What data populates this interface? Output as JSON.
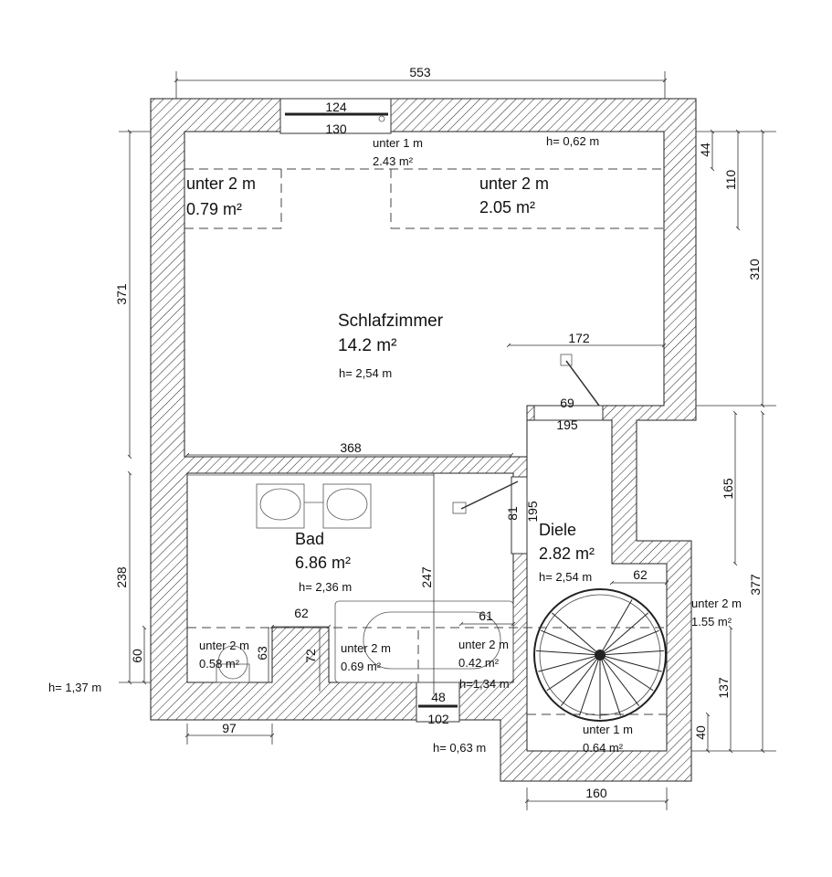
{
  "plan": {
    "overall_width": "553",
    "rooms": {
      "bedroom": {
        "name": "Schlafzimmer",
        "area": "14.2 m²",
        "height": "h= 2,54 m"
      },
      "bath": {
        "name": "Bad",
        "area": "6.86 m²",
        "height": "h= 2,36 m"
      },
      "hall": {
        "name": "Diele",
        "area": "2.82 m²",
        "height": "h= 2,54 m"
      }
    },
    "zones": [
      {
        "label": "unter 1 m",
        "area": "2.43 m²"
      },
      {
        "label": "unter 2 m",
        "area": "0.79 m²"
      },
      {
        "label": "unter 2 m",
        "area": "2.05 m²"
      },
      {
        "label": "unter 2 m",
        "area": "1.55 m²"
      },
      {
        "label": "unter 2 m",
        "area": "0.58 m²"
      },
      {
        "label": "unter 2 m",
        "area": "0.69 m²"
      },
      {
        "label": "unter 2 m",
        "area": "0.42 m²"
      },
      {
        "label": "unter 1 m",
        "area": "0.64 m²"
      }
    ],
    "heights": {
      "top": "h= 0,62 m",
      "left": "h= 1,37 m",
      "bath_right": "h=1,34 m",
      "bottom": "h= 0,63 m"
    },
    "dimensions": {
      "win_top_a": "124",
      "win_top_b": "130",
      "d172": "172",
      "door_top_a": "69",
      "door_top_b": "195",
      "d368": "368",
      "d371": "371",
      "d238": "238",
      "d60": "60",
      "d44": "44",
      "d110": "110",
      "d310": "310",
      "d165": "165",
      "d377": "377",
      "d137": "137",
      "d40": "40",
      "d247": "247",
      "door_side_a": "81",
      "door_side_b": "195",
      "d62_hall": "62",
      "d62_bath": "62",
      "d63": "63",
      "d72": "72",
      "d61": "61",
      "win_bot_a": "48",
      "win_bot_b": "102",
      "d97": "97",
      "d160": "160"
    }
  }
}
